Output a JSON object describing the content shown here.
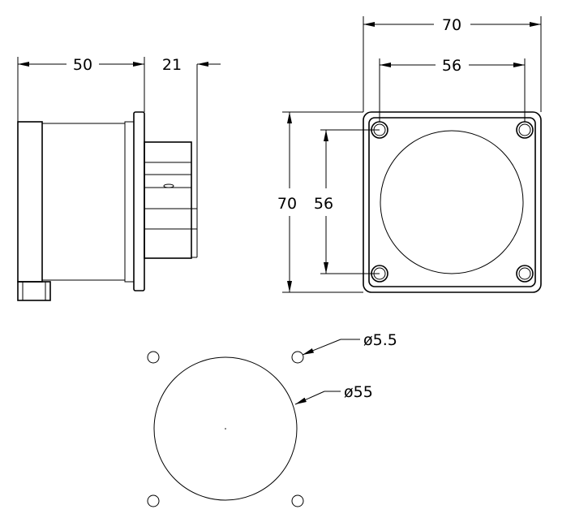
{
  "side_view": {
    "overall_depth": "50",
    "rear_depth": "21"
  },
  "front_view": {
    "width_outer": "70",
    "width_holes": "56",
    "height_outer": "70",
    "height_holes": "56"
  },
  "cutout": {
    "hole_diameter": "ø5.5",
    "center_diameter": "ø55"
  }
}
